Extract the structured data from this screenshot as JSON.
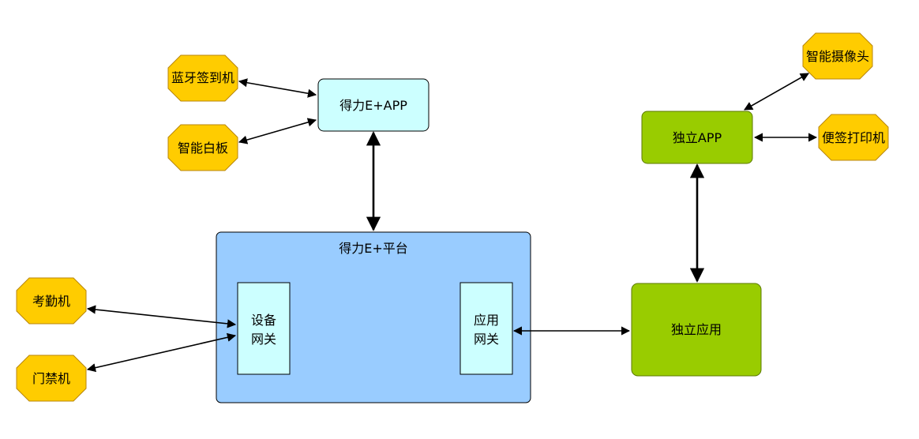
{
  "colors": {
    "octagon_fill": "#ffcc00",
    "octagon_stroke": "#b8860b",
    "app_fill": "#ccffff",
    "platform_fill": "#99ccff",
    "gateway_fill": "#ccffff",
    "green_fill": "#99cc00",
    "green_stroke": "#5c7a00",
    "edge": "#000000"
  },
  "nodes": {
    "bluetooth_checkin": "蓝牙签到机",
    "smart_whiteboard": "智能白板",
    "deli_app": "得力E+APP",
    "deli_platform": "得力E+平台",
    "device_gateway_line1": "设备",
    "device_gateway_line2": "网关",
    "app_gateway_line1": "应用",
    "app_gateway_line2": "网关",
    "attendance_machine": "考勤机",
    "access_control": "门禁机",
    "standalone_app": "独立APP",
    "standalone_application": "独立应用",
    "smart_camera": "智能摄像头",
    "sticky_printer": "便签打印机"
  }
}
